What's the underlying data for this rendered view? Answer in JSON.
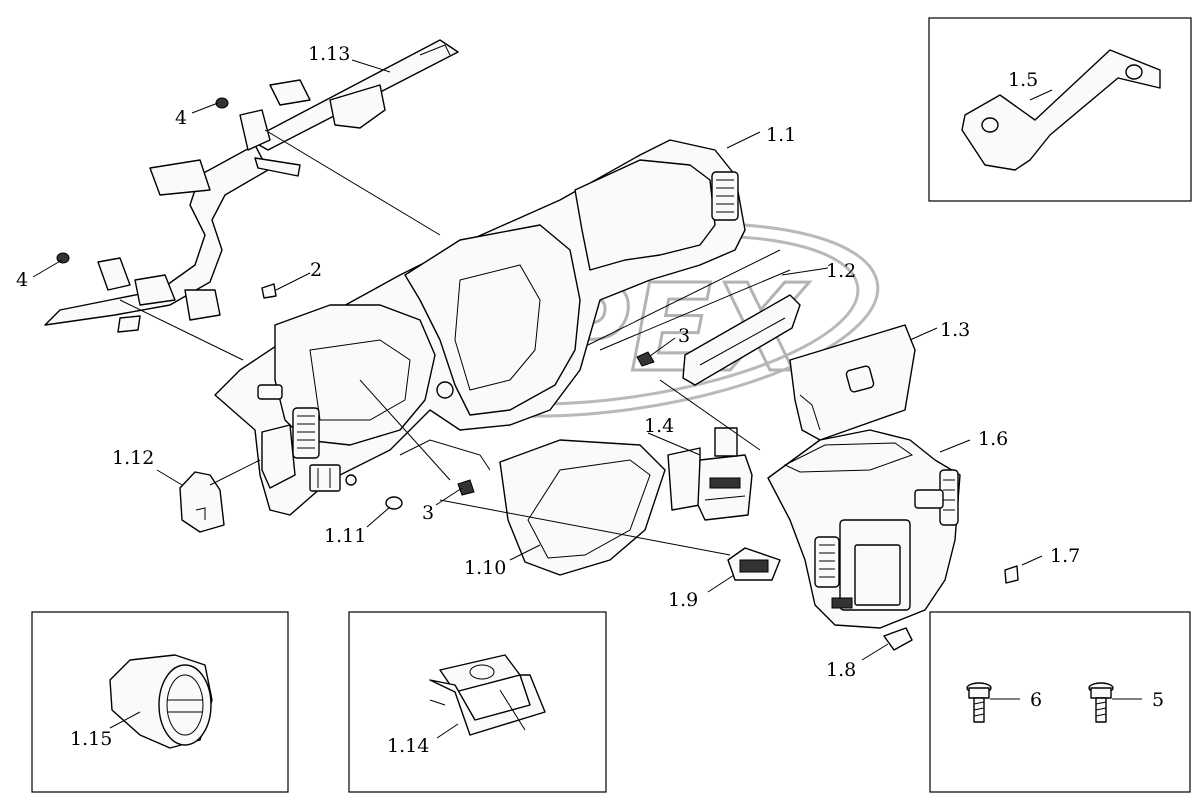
{
  "watermark": "OPEX",
  "labels": {
    "l1_1": "1.1",
    "l1_2": "1.2",
    "l1_3": "1.3",
    "l1_4": "1.4",
    "l1_5": "1.5",
    "l1_6": "1.6",
    "l1_7": "1.7",
    "l1_8": "1.8",
    "l1_9": "1.9",
    "l1_10": "1.10",
    "l1_11": "1.11",
    "l1_12": "1.12",
    "l1_13": "1.13",
    "l1_14": "1.14",
    "l1_15": "1.15",
    "l2": "2",
    "l3a": "3",
    "l3b": "3",
    "l4a": "4",
    "l4b": "4",
    "l5": "5",
    "l6": "6"
  }
}
